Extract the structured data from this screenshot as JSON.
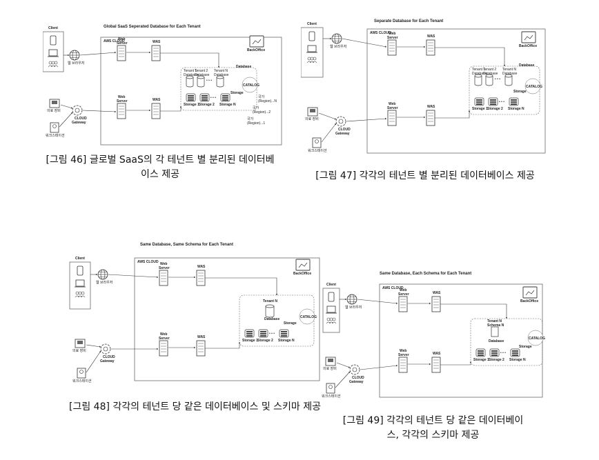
{
  "labels": {
    "client": "Client",
    "browser": "웹 브라우저",
    "aws": "AWS CLOUD",
    "web": "Web",
    "server": "Server",
    "was": "WAS",
    "backoffice": "BackOffice",
    "catalog": "CATALOG",
    "database": "Database",
    "storage": "Storage",
    "medical": "의료 장비",
    "workstation": "워크스테이션",
    "cloud": "CLOUD",
    "gateway": "Gateway",
    "tenant1": "Tenant 1",
    "tenant2": "Tenant 2",
    "tenantN": "Tenant N",
    "tenantNschemaN": "Tenant N\nSchema N",
    "storage1": "Storage 1",
    "storage2": "Storage 2",
    "storageN": "Storage N",
    "region1": "국가\n(Region)...1",
    "region2": "국가\n(Region)...2",
    "regionN": "국가\n(Region)...N"
  },
  "panels": [
    {
      "title": "Global SaaS Seperated Database for Each Tenant",
      "caption": "[그림 46] 글로벌 SaaS의 각 테넌트 별 분리된 데이터베이스 제공"
    },
    {
      "title": "Separate Database for Each Tenant",
      "caption": "[그림 47] 각각의 테넌트 별 분리된 데이터베이스 제공"
    },
    {
      "title": "Same Database, Same Schema for Each Tenant",
      "caption": "[그림 48] 각각의 테넌트 당 같은 데이터베이스 및 스키마 제공"
    },
    {
      "title": "Same Database, Each Schema for Each Tenant",
      "caption": "[그림 49] 각각의 테넌트 당 같은 데이터베이스, 각각의 스키마 제공"
    }
  ],
  "colors": {
    "line": "#333333",
    "box": "#555555"
  }
}
